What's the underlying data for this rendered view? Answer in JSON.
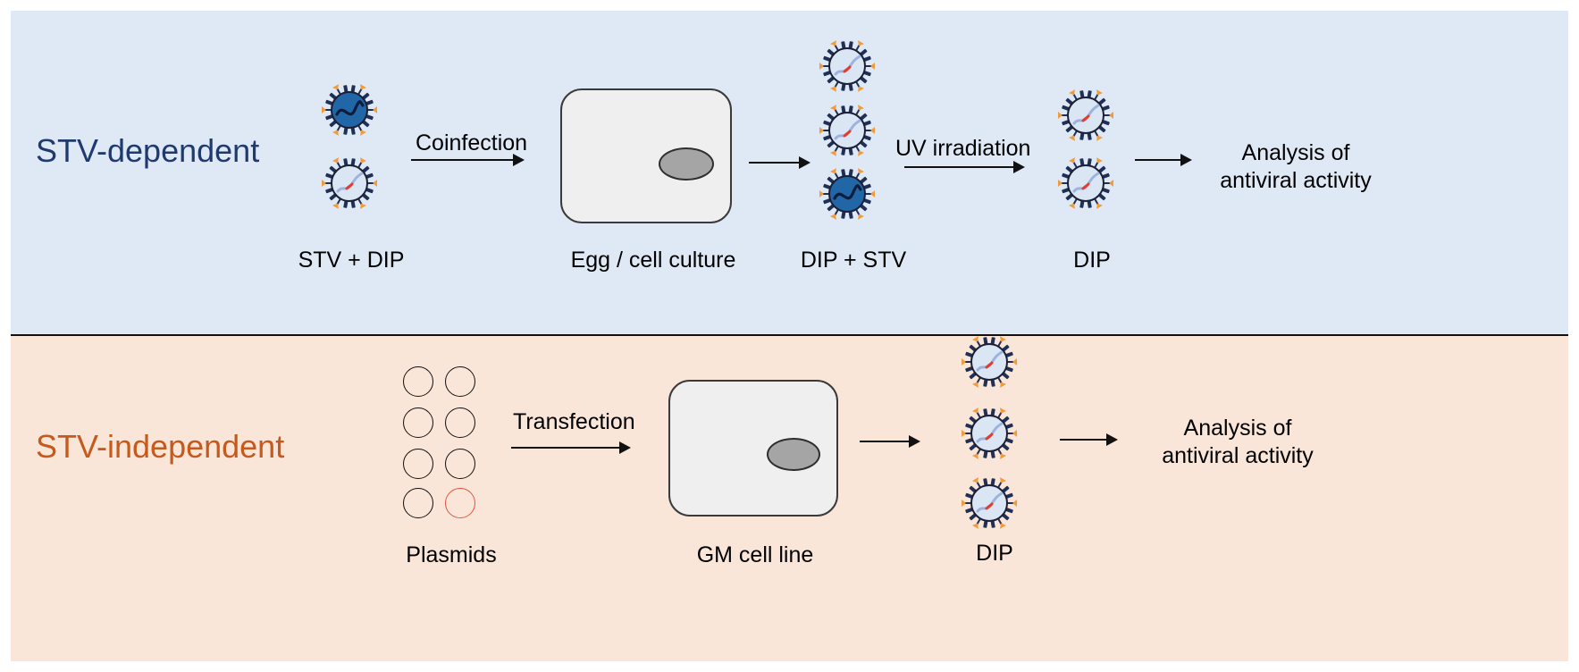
{
  "rows": {
    "top": {
      "title": "STV-dependent",
      "title_color": "#1f3a6e",
      "panel_color": "#dfe9f6",
      "labels": {
        "input": "STV + DIP",
        "culture": "Egg / cell culture",
        "output": "DIP + STV",
        "purified": "DIP"
      },
      "steps": {
        "coinfection": "Coinfection",
        "uv": "UV irradiation"
      },
      "analysis": [
        "Analysis of",
        "antiviral activity"
      ]
    },
    "bottom": {
      "title": "STV-independent",
      "title_color": "#c55a1c",
      "panel_color": "#fae5d9",
      "labels": {
        "plasmids": "Plasmids",
        "cell_line": "GM cell line",
        "output": "DIP"
      },
      "steps": {
        "transfection": "Transfection"
      },
      "analysis": [
        "Analysis of",
        "antiviral activity"
      ]
    }
  },
  "icons": {
    "stv": "standard-virus-icon",
    "dip": "defective-interfering-particle-icon",
    "cell": "cell-icon",
    "plasmid": "plasmid-icon"
  },
  "colors": {
    "stv_core": "#2166a6",
    "dip_core": "#dbe6f4",
    "spike_head": "#f19b3a",
    "spike_stem": "#1f2f55",
    "rna_fragment": "#e53b2c",
    "red_plasmid": "#e8523f"
  }
}
